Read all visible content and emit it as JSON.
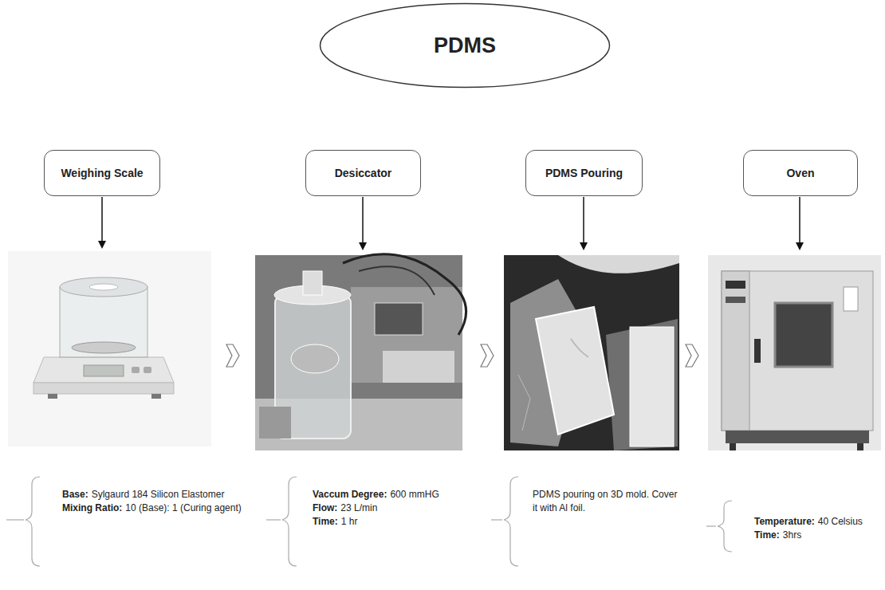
{
  "diagram": {
    "nodes": [
      {
        "text": [
          "PDMS"
        ]
      },
      {
        "text": [
          "Weighing Scale"
        ]
      },
      {
        "text": [
          "Desiccator"
        ]
      },
      {
        "text": [
          "PDMS Pouring"
        ]
      },
      {
        "text": [
          "Oven"
        ]
      }
    ],
    "labels": [
      "Base:",
      "Sylgaurd 184 Silicon Elastomer",
      "Mixing Ratio:",
      "10 (Base): 1 (Curing agent)",
      "Vaccum Degree:",
      "600 mmHG",
      "Flow:",
      "23 L/min",
      "Time:",
      "1 hr",
      "PDMS pouring on 3D mold. Cover it with Al foil.",
      "Temperature:",
      "40 Celsius",
      "Time:",
      "3hrs"
    ]
  }
}
